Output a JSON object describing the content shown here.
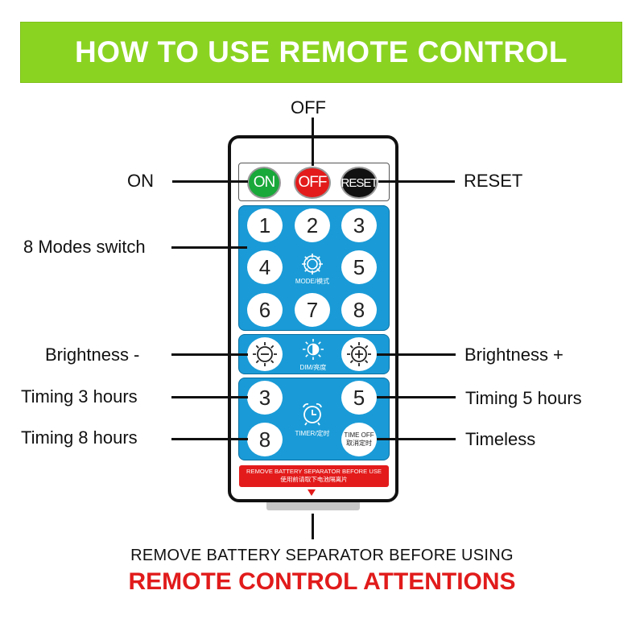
{
  "header": {
    "title": "HOW TO USE REMOTE CONTROL"
  },
  "callouts": {
    "off": "OFF",
    "on": "ON",
    "reset": "RESET",
    "modes": "8 Modes switch",
    "brightness_minus": "Brightness -",
    "brightness_plus": "Brightness +",
    "timing3": "Timing 3 hours",
    "timing5": "Timing 5 hours",
    "timing8": "Timing 8 hours",
    "timeless": "Timeless"
  },
  "remote": {
    "top_buttons": {
      "on": "ON",
      "off": "OFF",
      "reset": "RESET"
    },
    "mode_buttons": [
      "1",
      "2",
      "3",
      "4",
      "5",
      "6",
      "7",
      "8"
    ],
    "mode_label": "MODE/模式",
    "dim_label": "DIM/亮度",
    "timer_buttons": {
      "t3": "3",
      "t5": "5",
      "t8": "8"
    },
    "timer_label": "TIMER/定时",
    "time_off": {
      "line1": "TIME OFF",
      "line2": "取消定时"
    },
    "warning": {
      "line1": "REMOVE BATTERY SEPARATOR BEFORE USE",
      "line2": "使用前请取下电池隔离片"
    }
  },
  "footer": {
    "separator_text": "REMOVE BATTERY SEPARATOR BEFORE USING",
    "attentions": "REMOTE CONTROL ATTENTIONS"
  },
  "colors": {
    "banner": "#8bd321",
    "panel_blue": "#1a9bd7",
    "on_green": "#19a83a",
    "off_red": "#e31b1b",
    "reset_black": "#111111",
    "attention_red": "#e11b1b"
  }
}
